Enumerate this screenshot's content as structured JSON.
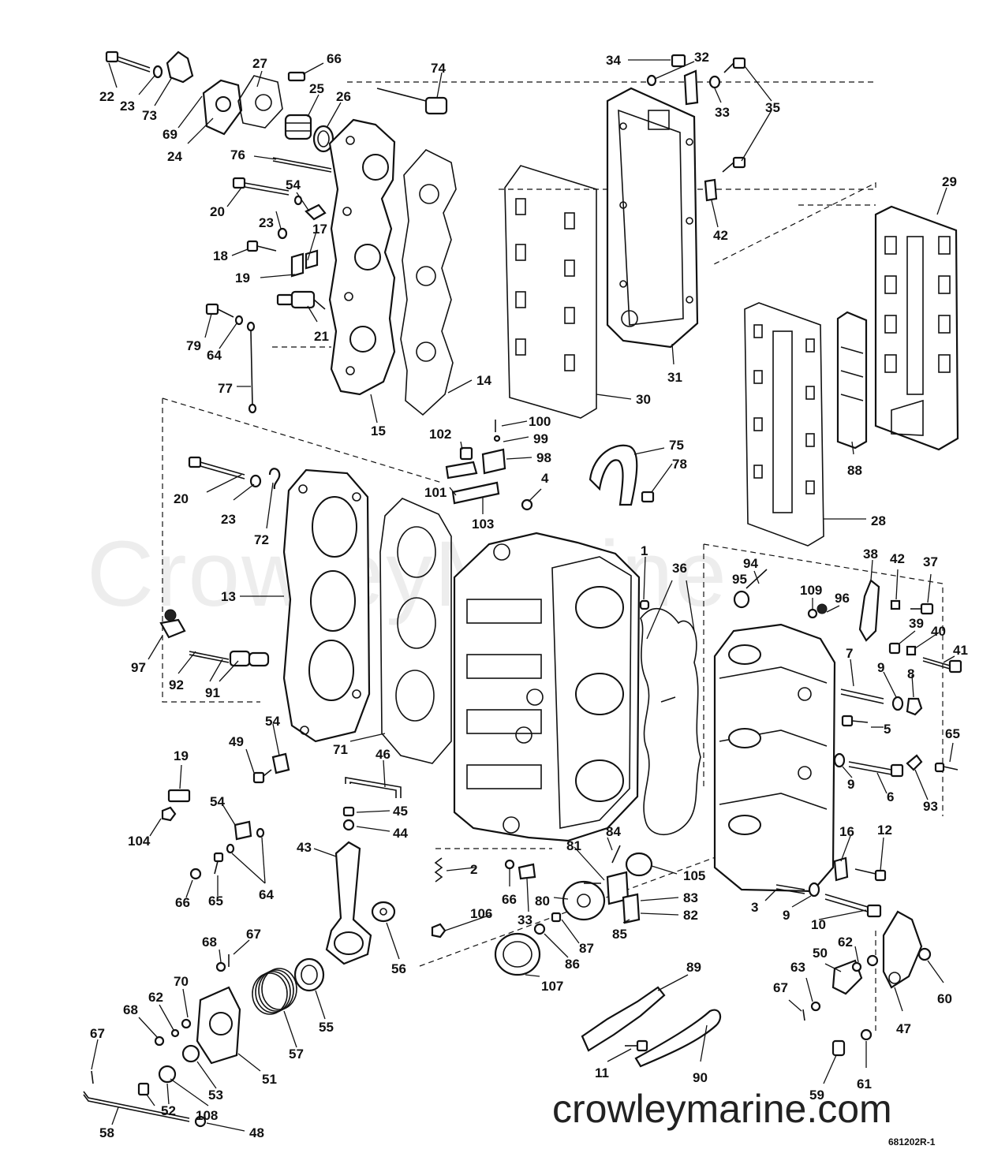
{
  "diagram": {
    "watermark": "CrowleyMarine",
    "url": "crowleymarine.com",
    "drawing_code": "681202R-1",
    "labels": [
      "22",
      "23",
      "73",
      "69",
      "24",
      "27",
      "66",
      "25",
      "26",
      "74",
      "34",
      "32",
      "33",
      "35",
      "76",
      "20",
      "54",
      "23",
      "17",
      "18",
      "19",
      "21",
      "79",
      "64",
      "77",
      "15",
      "14",
      "100",
      "99",
      "98",
      "102",
      "101",
      "103",
      "4",
      "75",
      "78",
      "31",
      "42",
      "30",
      "29",
      "28",
      "88",
      "20",
      "23",
      "72",
      "13",
      "97",
      "92",
      "91",
      "71",
      "1",
      "36",
      "95",
      "94",
      "109",
      "96",
      "38",
      "42",
      "37",
      "39",
      "40",
      "41",
      "7",
      "9",
      "8",
      "5",
      "65",
      "9",
      "6",
      "93",
      "19",
      "54",
      "49",
      "46",
      "45",
      "44",
      "104",
      "54",
      "64",
      "65",
      "66",
      "43",
      "2",
      "66",
      "33",
      "84",
      "81",
      "105",
      "83",
      "82",
      "80",
      "85",
      "87",
      "86",
      "106",
      "107",
      "56",
      "16",
      "12",
      "3",
      "9",
      "10",
      "68",
      "67",
      "70",
      "62",
      "68",
      "67",
      "55",
      "57",
      "51",
      "53",
      "52",
      "108",
      "58",
      "48",
      "89",
      "11",
      "90",
      "62",
      "50",
      "63",
      "67",
      "47",
      "60",
      "61",
      "59"
    ]
  }
}
